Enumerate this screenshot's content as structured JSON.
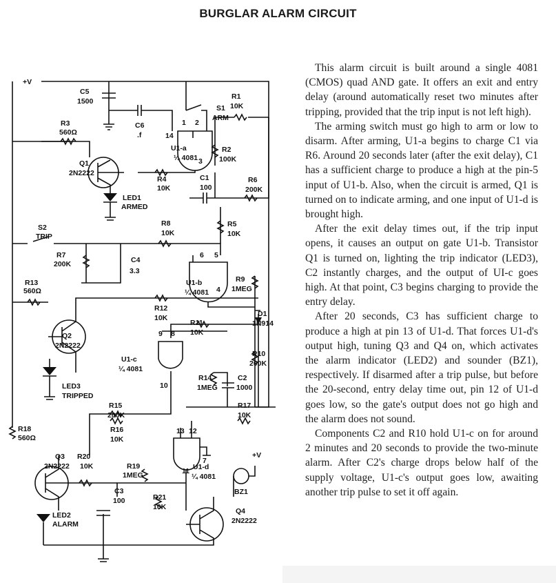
{
  "title": "BURGLAR ALARM CIRCUIT",
  "labels": {
    "vplus_top": "+V",
    "c5": "C5",
    "c5_val": "1500",
    "c6": "C6",
    "c6_val": ".f",
    "s1": "S1",
    "s1_val": "ARM",
    "r1": "R1",
    "r1_val": "10K",
    "r3": "R3",
    "r3_val": "560Ω",
    "pin14": "14",
    "pin1": "1",
    "pin2": "2",
    "u1a": "U1-a",
    "u1a_val": "¼ 4081",
    "r2": "R2",
    "r2_val": "100K",
    "pin3": "3",
    "q1": "Q1",
    "q1_val": "2N2222",
    "r4": "R4",
    "r4_val": "10K",
    "c1": "C1",
    "c1_val": "100",
    "r6": "R6",
    "r6_val": "200K",
    "led1": "LED1",
    "led1_val": "ARMED",
    "s2": "S2",
    "s2_val": "TRIP",
    "r8": "R8",
    "r8_val": "10K",
    "r5": "R5",
    "r5_val": "10K",
    "r7": "R7",
    "r7_val": "200K",
    "c4": "C4",
    "c4_val": "3.3",
    "pin6": "6",
    "pin5": "5",
    "r9": "R9",
    "r9_val": "1MEG",
    "u1b": "U1-b",
    "u1b_val": "¼ 4081",
    "pin4": "4",
    "r13": "R13",
    "r13_val": "560Ω",
    "r12": "R12",
    "r12_val": "10K",
    "d1": "D1",
    "d1_val": "1N914",
    "q2": "Q2",
    "q2_val": "2N2222",
    "r11": "R11",
    "r11_val": "10K",
    "pin9": "9",
    "pin8": "8",
    "r10": "R10",
    "r10_val": "200K",
    "u1c": "U1-c",
    "u1c_val": "¼ 4081",
    "led3": "LED3",
    "led3_val": "TRIPPED",
    "r14": "R14",
    "r14_val": "1MEG",
    "c2": "C2",
    "c2_val": "1000",
    "pin10": "10",
    "r15": "R15",
    "r15_val": "200K",
    "r17": "R17",
    "r17_val": "10K",
    "r16": "R16",
    "r16_val": "10K",
    "pin13": "13",
    "pin12": "12",
    "pin7": "7",
    "r18": "R18",
    "r18_val": "560Ω",
    "q3": "Q3",
    "q3_val": "2N2222",
    "r20": "R20",
    "r20_val": "10K",
    "vplus_bz": "+V",
    "r19": "R19",
    "r19_val": "1MEG",
    "pin11": "11",
    "u1d": "U1-d",
    "u1d_val": "¼ 4081",
    "bz1": "BZ1",
    "r21": "R21",
    "r21_val": "10K",
    "c3": "C3",
    "c3_val": "100",
    "led2": "LED2",
    "led2_val": "ALARM",
    "q4": "Q4",
    "q4_val": "2N2222"
  },
  "article": [
    "This alarm circuit is built around a single 4081 (CMOS) quad AND gate. It offers an exit and entry delay (around automatically reset two minutes after tripping, provided that the trip input is not left high).",
    "The arming switch must go high to arm or low to disarm. After arming, U1-a begins to charge C1 via R6. Around 20 seconds later (after the exit delay), C1 has a sufficient charge to produce a high at the pin-5 input of U1-b. Also, when the circuit is armed, Q1 is turned on to indicate arming, and one input of U1-d is brought high.",
    "After the exit delay times out, if the trip input opens, it causes an output on gate U1-b. Transistor Q1 is turned on, lighting the trip indicator (LED3), C2 instantly charges, and the output of UI-c goes high. At that point, C3 begins charging to provide the entry delay.",
    "After 20 seconds, C3 has sufficient charge to produce a high at pin 13 of U1-d. That forces U1-d's output high, tuning Q3 and Q4 on, which activates the alarm indicator (LED2) and sounder (BZ1), respectively. If disarmed after a trip pulse, but before the 20-second, entry delay time out, pin 12 of U1-d goes low, so the gate's output does not go high and the alarm does not sound.",
    "Components C2 and R10 hold U1-c on for around 2 minutes and 20 seconds to provide the two-minute alarm. After C2's charge drops below half of the supply voltage, U1-c's output goes low, awaiting another trip pulse to set it off again."
  ]
}
